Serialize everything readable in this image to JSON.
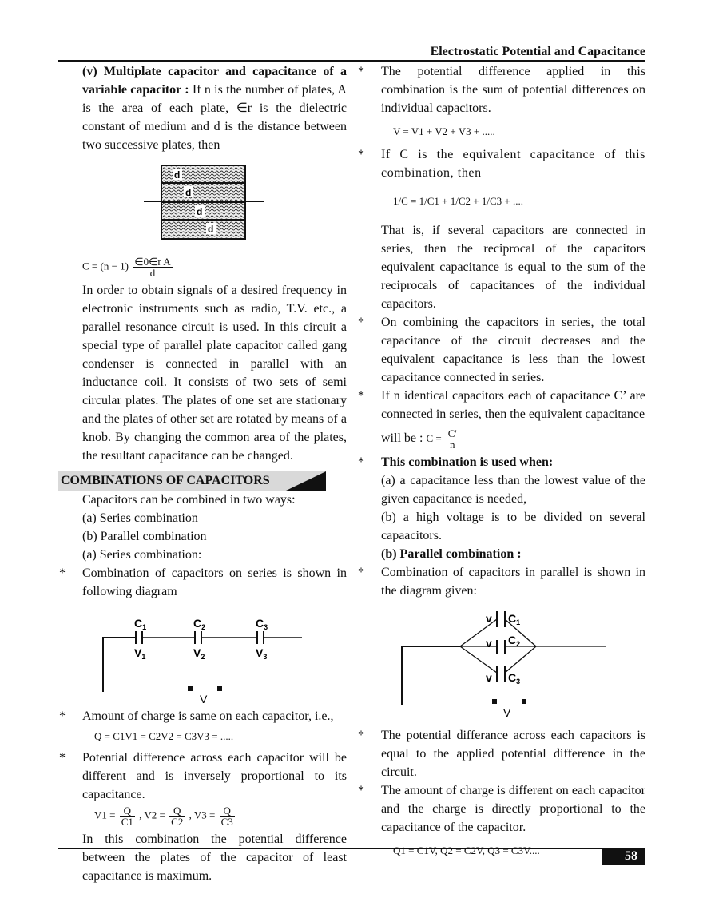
{
  "header": {
    "title": "Electrostatic Potential and Capacitance"
  },
  "left": {
    "multiplate_heading": "(v) Multiplate capacitor and capacitance of a variable capacitor :",
    "multiplate_intro": " If n is the number of plates, A is the area of each plate, ∈r is the dielectric constant of medium and d is the distance between two successive plates, then",
    "multiplate_diagram_labels": [
      "d",
      "d",
      "d",
      "d"
    ],
    "multiplate_formula": {
      "lhs": "C = (n − 1)",
      "num": "∈0∈r A",
      "den": "d"
    },
    "gang_paragraph": "In order to obtain signals of a desired frequency in electronic instruments such as radio, T.V. etc., a parallel resonance circuit is used. In this circuit a special type of parallel plate capacitor called gang condenser is connected in parallel with an inductance coil. It consists of two sets of semi circular plates. The plates of one set are stationary and the plates of other set are rotated by means of a knob. By changing the common area of the plates, the resultant capacitance can be changed.",
    "section_heading": "COMBINATIONS OF CAPACITORS",
    "ways_intro": "Capacitors can be combined in two ways:",
    "way_a": "(a) Series combination",
    "way_b": "(b) Parallel combination",
    "series_sub": "(a) Series combination:",
    "bullet_series_diagram": "Combination of capacitors on series is shown in following diagram",
    "series_diagram": {
      "caps": [
        "C1",
        "C2",
        "C3"
      ],
      "volts": [
        "V1",
        "V2",
        "V3"
      ],
      "source": "V"
    },
    "bullet_charge": "Amount of charge is same on each capacitor, i.e.,",
    "charge_eq": "Q = C1V1 = C2V2 = C3V3 = .....",
    "bullet_pd": "Potential difference across each capacitor will be different and is inversely proportional to its capacitance.",
    "pd_eq": {
      "parts": [
        {
          "lhs": "V1 =",
          "num": "Q",
          "den": "C1"
        },
        {
          "lhs": ", V2 =",
          "num": "Q",
          "den": "C2"
        },
        {
          "lhs": ", V3 =",
          "num": "Q",
          "den": "C3"
        }
      ]
    },
    "least_cap_note": "In this combination the potential difference between the plates of the capacitor of least capacitance is maximum."
  },
  "right": {
    "bullet_sum_pd": "The potential difference applied in this combination is the sum of potential differences on individual capacitors.",
    "sum_pd_eq": "V = V1 + V2 + V3 + .....",
    "bullet_equiv": "If C is the equivalent capacitance of this combination, then",
    "equiv_eq": "1/C = 1/C1 + 1/C2 + 1/C3 + ....",
    "reciprocal_para": "That is, if several capacitors are connected in series, then the reciprocal of the capacitors equivalent capacitance is equal to the sum of the reciprocals of capacitances of the individual capacitors.",
    "bullet_decrease": "On combining the capacitors in series, the total capacitance of the circuit decreases and the equivalent capacitance is less than the lowest capacitance connected in series.",
    "bullet_identical": "If n identical capacitors each of capacitance C’ are connected in series, then the equivalent capacitance",
    "identical_willbe": "will be :",
    "identical_eq": {
      "lhs": "C =",
      "num": "C'",
      "den": "n"
    },
    "bullet_used_when": "This combination is used when:",
    "used_a": "(a) a capacitance less than the lowest value of the given capacitance is needed,",
    "used_b": "(b) a high voltage is to be divided on several capaacitors.",
    "parallel_heading": "(b) Parallel combination :",
    "bullet_parallel_diagram": "Combination of capacitors in parallel is shown in the diagram given:",
    "parallel_diagram": {
      "caps": [
        "C1",
        "C2",
        "C3"
      ],
      "volts": [
        "v",
        "v",
        "v"
      ],
      "source": "V"
    },
    "bullet_same_pd": "The potential differance across each capacitors is equal to the applied potential difference in the circuit.",
    "bullet_charge_diff": "The amount of charge is different on each capacitor and the charge is directly proportional to the capacitance of the capacitor.",
    "charge_eq": "Q1 = C1V, Q2 = C2V, Q3 = C3V...."
  },
  "bullet_symbol": "*",
  "footer": {
    "page_number": "58"
  }
}
